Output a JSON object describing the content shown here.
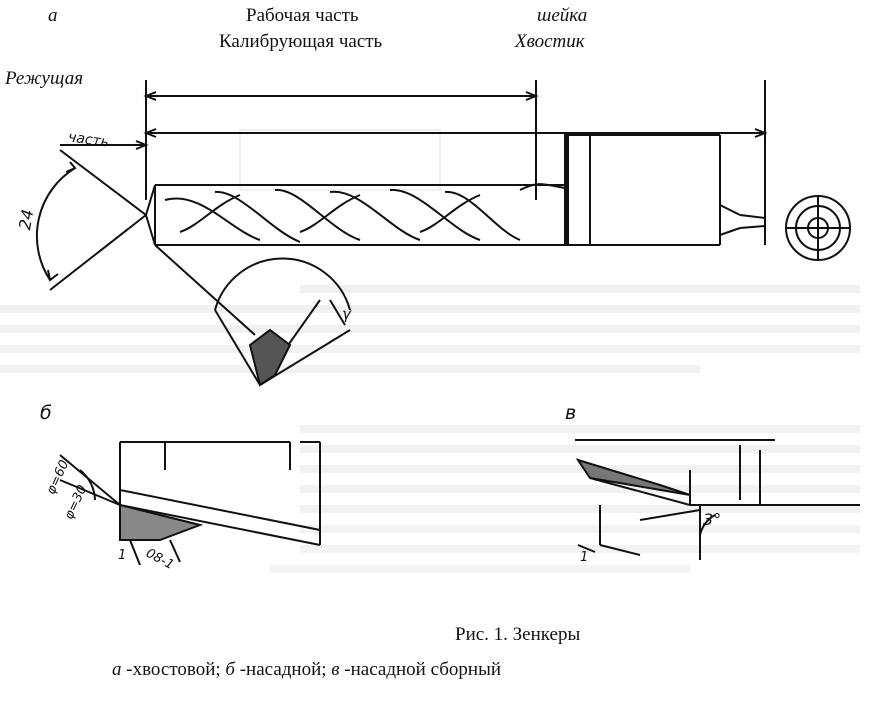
{
  "labels": {
    "a": "а",
    "working_part": "Рабочая часть",
    "calibrating_part": "Калибрующая часть",
    "neck": "шейка",
    "shank": "Хвостик",
    "cutting": "Режущая",
    "cutting_part_hand": "часть",
    "angle_left": "24",
    "b": "б",
    "v": "в",
    "phi60": "φ=60",
    "phi30": "φ=30",
    "f08": "08-1",
    "angle3": "3°",
    "mark1a": "1",
    "mark1b": "1",
    "gamma": "γ"
  },
  "caption": {
    "title": "Рис. 1. Зенкеры",
    "subtitle_parts": [
      {
        "letter": "а",
        "text": " -хвостовой; "
      },
      {
        "letter": "б",
        "text": " -насадной; "
      },
      {
        "letter": "в",
        "text": " -насадной сборный"
      }
    ]
  }
}
